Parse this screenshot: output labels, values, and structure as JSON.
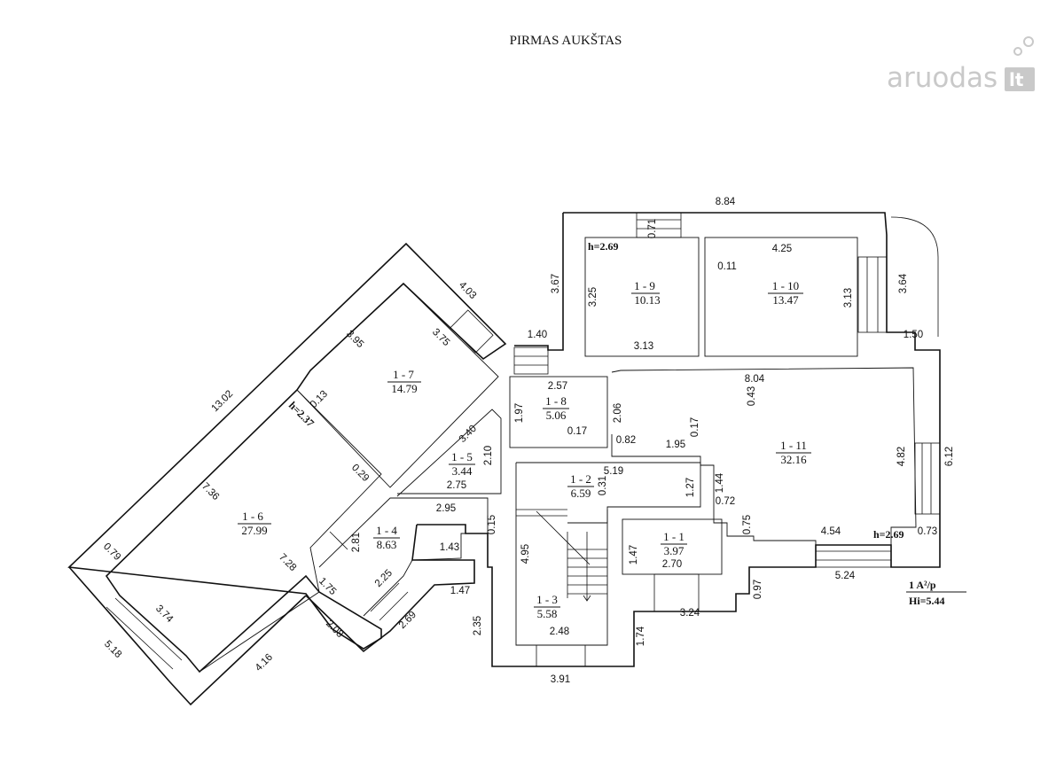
{
  "title": "PIRMAS AUKŠTAS",
  "watermark": {
    "text": "aruodas",
    "suffix": "lt",
    "color": "#c9c9c9"
  },
  "rooms": [
    {
      "id": "1 - 1",
      "area": "3.97"
    },
    {
      "id": "1 - 2",
      "area": "6.59"
    },
    {
      "id": "1 - 3",
      "area": "5.58"
    },
    {
      "id": "1 - 4",
      "area": "8.63"
    },
    {
      "id": "1 - 5",
      "area": "3.44"
    },
    {
      "id": "1 - 6",
      "area": "27.99"
    },
    {
      "id": "1 - 7",
      "area": "14.79"
    },
    {
      "id": "1 - 8",
      "area": "5.06"
    },
    {
      "id": "1 - 9",
      "area": "10.13"
    },
    {
      "id": "1 - 10",
      "area": "13.47"
    },
    {
      "id": "1 - 11",
      "area": "32.16"
    }
  ],
  "heights": [
    "h=2.69",
    "h=2.37",
    "h=2.69"
  ],
  "dimensions": [
    "8.84",
    "0.71",
    "4.25",
    "0.11",
    "3.67",
    "3.25",
    "3.13",
    "3.13",
    "3.64",
    "1.40",
    "1.50",
    "4.03",
    "3.95",
    "3.75",
    "13.02",
    "0.13",
    "2.57",
    "1.97",
    "0.17",
    "2.06",
    "8.04",
    "0.43",
    "0.82",
    "1.95",
    "0.17",
    "3.40",
    "2.10",
    "0.29",
    "7.36",
    "2.75",
    "5.19",
    "0.31",
    "1.27",
    "1.44",
    "0.72",
    "4.82",
    "6.12",
    "2.95",
    "0.15",
    "2.81",
    "1.43",
    "4.95",
    "1.47",
    "2.70",
    "0.75",
    "4.54",
    "0.73",
    "7.28",
    "0.79",
    "1.75",
    "2.25",
    "1.47",
    "2.69",
    "2.08",
    "2.35",
    "2.48",
    "1.74",
    "3.24",
    "0.97",
    "5.24",
    "3.74",
    "5.18",
    "4.16",
    "3.91"
  ],
  "legend": {
    "line1": "1 A²/p",
    "line2": "Hi=5.44"
  }
}
